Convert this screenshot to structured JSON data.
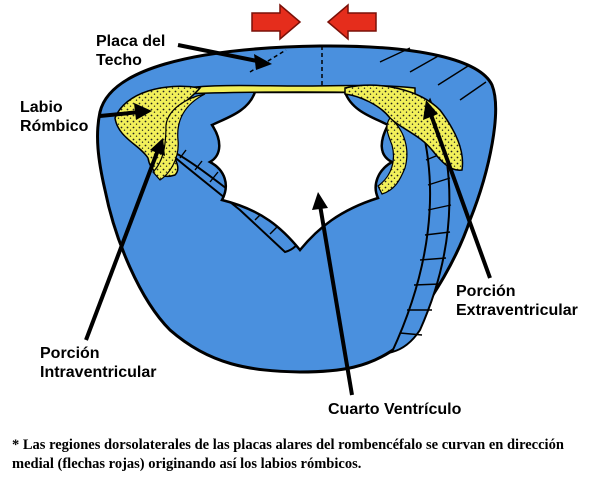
{
  "labels": {
    "placa_techo_line1": "Placa del",
    "placa_techo_line2": "Techo",
    "labio_rombico_line1": "Labio",
    "labio_rombico_line2": "Rómbico",
    "porcion_extra_line1": "Porción",
    "porcion_extra_line2": "Extraventricular",
    "porcion_intra_line1": "Porción",
    "porcion_intra_line2": "Intraventricular",
    "cuarto_ventriculo": "Cuarto Ventrículo"
  },
  "caption": "* Las regiones dorsolaterales de las placas alares del rombencéfalo  se curvan en dirección medial  (flechas rojas)  originando  así los  labios rómbicos.",
  "colors": {
    "tissue_blue": "#4a90de",
    "rhombic_lip_yellow": "#f2f05a",
    "arrow_red": "#e52d1c",
    "outline": "#000000",
    "background": "#ffffff"
  },
  "icons": {
    "medial_arrows": "red-arrow-icon"
  }
}
